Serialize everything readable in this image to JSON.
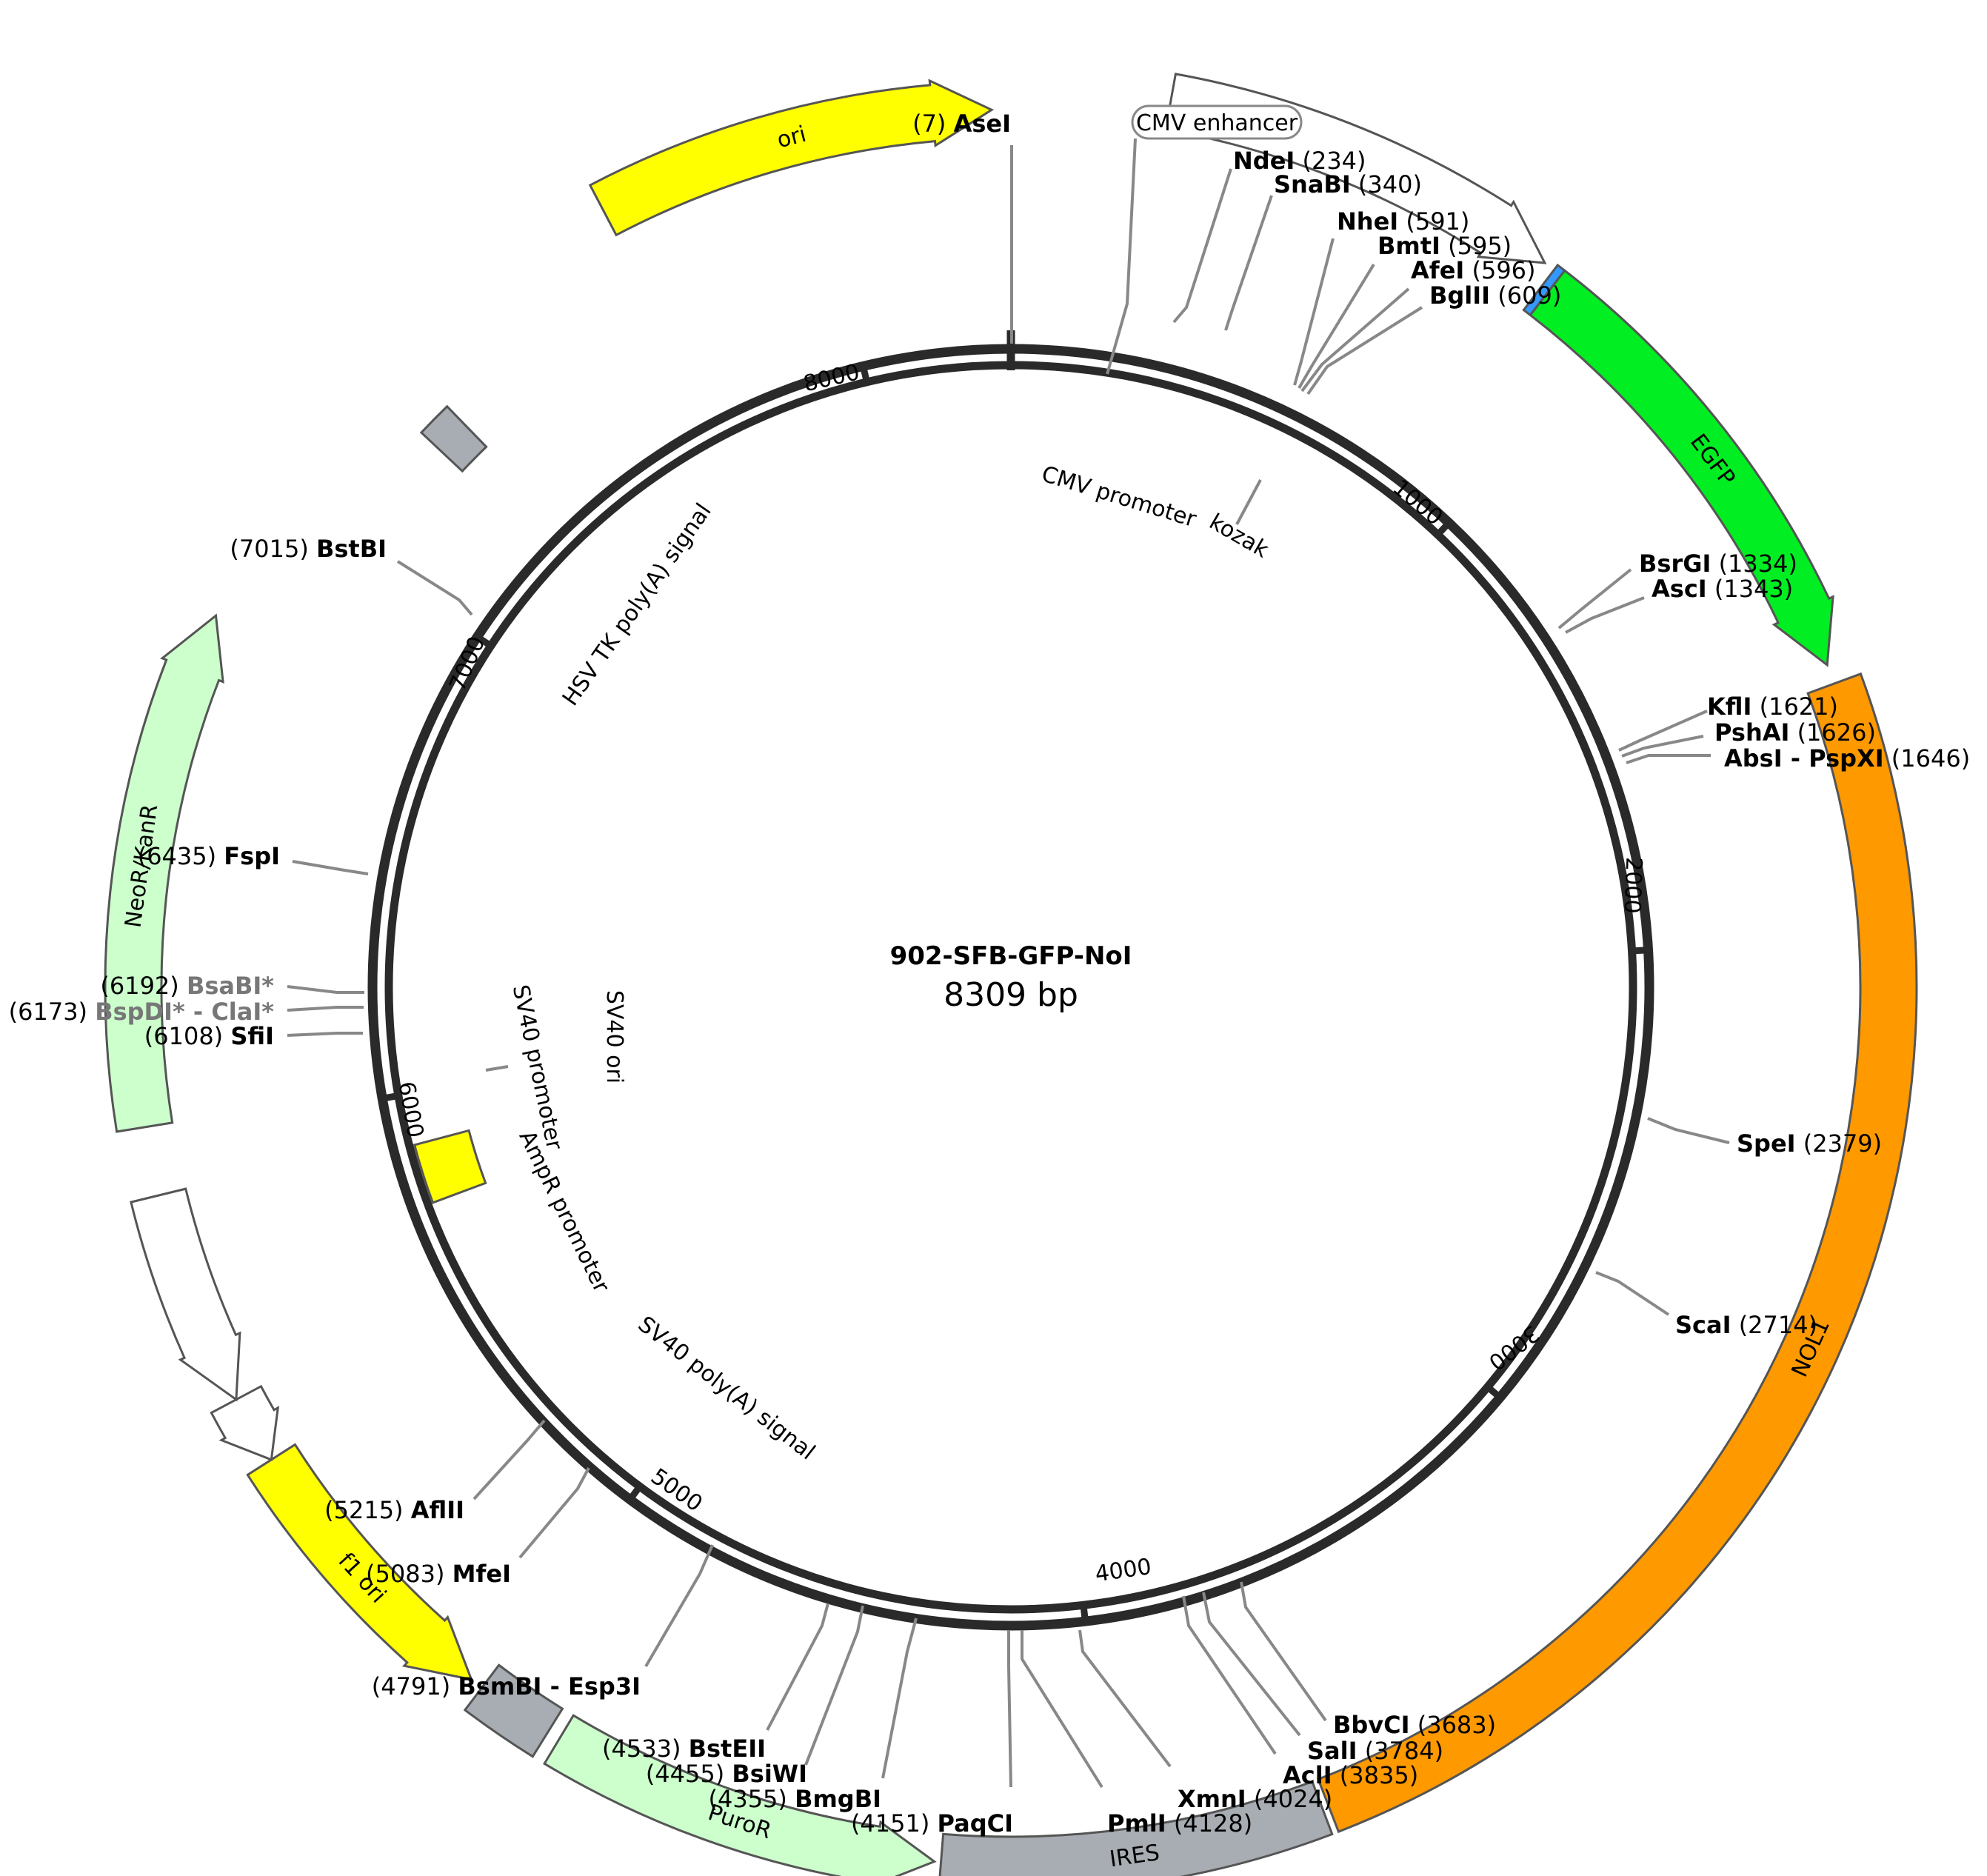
{
  "plasmid": {
    "name": "902-SFB-GFP-NoI",
    "size_label": "8309 bp",
    "total_bp": 8309
  },
  "colors": {
    "yellow": "#ffff00",
    "green": "#00ee22",
    "orange": "#ff9900",
    "palegreen": "#ccffcc",
    "grey": "#a8adb3",
    "white": "#ffffff",
    "kozak": "#3399ff",
    "backbone": "#2a2a2a"
  },
  "ticks": [
    {
      "label": "1000",
      "bp": 1000
    },
    {
      "label": "2000",
      "bp": 2000
    },
    {
      "label": "3000",
      "bp": 3000
    },
    {
      "label": "4000",
      "bp": 4000
    },
    {
      "label": "5000",
      "bp": 5000
    },
    {
      "label": "6000",
      "bp": 6000
    },
    {
      "label": "7000",
      "bp": 7000
    },
    {
      "label": "8000",
      "bp": 8000
    }
  ],
  "features": [
    {
      "label": "CMV promoter",
      "start": 236,
      "end": 840,
      "dir": 1,
      "color": "white",
      "r": 1215
    },
    {
      "label": "kozak",
      "start": 857,
      "end": 870,
      "dir": 0,
      "color": "kozak",
      "r": 1185
    },
    {
      "label": "EGFP",
      "start": 870,
      "end": 1580,
      "dir": 1,
      "color": "green",
      "r": 1185,
      "text": true
    },
    {
      "label": "NOL1",
      "start": 1610,
      "end": 3665,
      "dir": 0,
      "color": "orange",
      "r": 1185,
      "text": true
    },
    {
      "label": "IRES",
      "start": 3675,
      "end": 4260,
      "dir": 0,
      "color": "grey",
      "r": 1185,
      "text": true
    },
    {
      "label": "PuroR",
      "start": 4270,
      "end": 4870,
      "dir": -1,
      "color": "palegreen",
      "r": 1185,
      "text": true
    },
    {
      "label": "SV40 poly(A) signal",
      "start": 4890,
      "end": 5010,
      "dir": 0,
      "color": "grey",
      "r": 1185
    },
    {
      "label": "f1 ori",
      "start": 5030,
      "end": 5480,
      "dir": -1,
      "color": "yellow",
      "r": 1185,
      "text": true
    },
    {
      "label": "AmpR promoter",
      "start": 5480,
      "end": 5585,
      "dir": -1,
      "color": "white",
      "r": 1185
    },
    {
      "label": "SV40 promoter",
      "start": 5585,
      "end": 5915,
      "dir": -1,
      "color": "white",
      "r": 1185
    },
    {
      "label": "SV40 ori",
      "start": 5760,
      "end": 5890,
      "dir": 0,
      "color": "yellow",
      "r": 795
    },
    {
      "label": "NeoR/KanR",
      "start": 6020,
      "end": 6810,
      "dir": 1,
      "color": "palegreen",
      "r": 1185,
      "text": true
    },
    {
      "label": "HSV TK poly(A) signal",
      "start": 7230,
      "end": 7290,
      "dir": 0,
      "color": "grey",
      "r": 1055
    },
    {
      "label": "ori",
      "start": 7670,
      "end": 8280,
      "dir": 1,
      "color": "yellow",
      "r": 1185,
      "text": true
    }
  ],
  "feature_labels": [
    {
      "text": "CMV promoter"
    },
    {
      "text": "kozak"
    },
    {
      "text": "HSV TK poly(A) signal"
    },
    {
      "text": "SV40 ori"
    },
    {
      "text": "SV40 promoter"
    },
    {
      "text": "AmpR promoter"
    },
    {
      "text": "SV40 poly(A) signal"
    },
    {
      "text": "CMV enhancer"
    }
  ],
  "sites": [
    {
      "name": "AseI",
      "pos": "7",
      "bp": 7
    },
    {
      "name": "NdeI",
      "pos": "234",
      "bp": 234
    },
    {
      "name": "SnaBI",
      "pos": "340",
      "bp": 340
    },
    {
      "name": "NheI",
      "pos": "591",
      "bp": 591
    },
    {
      "name": "BmtI",
      "pos": "595",
      "bp": 595
    },
    {
      "name": "AfeI",
      "pos": "596",
      "bp": 596
    },
    {
      "name": "BglII",
      "pos": "609",
      "bp": 609
    },
    {
      "name": "BsrGI",
      "pos": "1334",
      "bp": 1334
    },
    {
      "name": "AscI",
      "pos": "1343",
      "bp": 1343
    },
    {
      "name": "KflI",
      "pos": "1621",
      "bp": 1621
    },
    {
      "name": "PshAI",
      "pos": "1626",
      "bp": 1626
    },
    {
      "name": "AbsI - PspXI",
      "pos": "1646",
      "bp": 1646
    },
    {
      "name": "SpeI",
      "pos": "2379",
      "bp": 2379
    },
    {
      "name": "ScaI",
      "pos": "2714",
      "bp": 2714
    },
    {
      "name": "BbvCI",
      "pos": "3683",
      "bp": 3683
    },
    {
      "name": "SalI",
      "pos": "3784",
      "bp": 3784
    },
    {
      "name": "AclI",
      "pos": "3835",
      "bp": 3835
    },
    {
      "name": "XmnI",
      "pos": "4024",
      "bp": 4024
    },
    {
      "name": "PmlI",
      "pos": "4128",
      "bp": 4128
    },
    {
      "name": "PaqCI",
      "pos": "4151",
      "bp": 4151
    },
    {
      "name": "BmgBI",
      "pos": "4355",
      "bp": 4355
    },
    {
      "name": "BsiWI",
      "pos": "4455",
      "bp": 4455
    },
    {
      "name": "BstEII",
      "pos": "4533",
      "bp": 4533
    },
    {
      "name": "BsmBI - Esp3I",
      "pos": "4791",
      "bp": 4791
    },
    {
      "name": "MfeI",
      "pos": "5083",
      "bp": 5083
    },
    {
      "name": "AflII",
      "pos": "5215",
      "bp": 5215
    },
    {
      "name": "SfiI",
      "pos": "6108",
      "bp": 6108
    },
    {
      "name": "BspDI* - ClaI*",
      "pos": "6173",
      "bp": 6173,
      "grey": true
    },
    {
      "name": "BsaBI*",
      "pos": "6192",
      "bp": 6192,
      "grey": true
    },
    {
      "name": "FspI",
      "pos": "6435",
      "bp": 6435
    },
    {
      "name": "BstBI",
      "pos": "7015",
      "bp": 7015
    }
  ]
}
